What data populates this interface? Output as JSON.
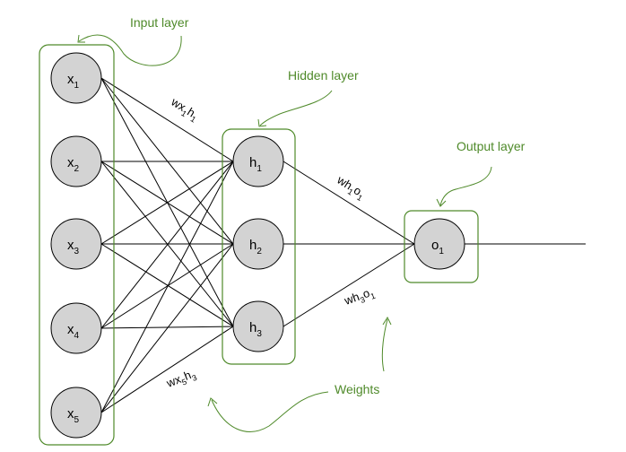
{
  "colors": {
    "accent_green": "#4f8a2a",
    "node_fill": "#d3d3d3",
    "line": "#000000"
  },
  "labels": {
    "input_layer": "Input layer",
    "hidden_layer": "Hidden layer",
    "output_layer": "Output layer",
    "weights": "Weights"
  },
  "input_nodes": [
    {
      "base": "x",
      "sub": "1"
    },
    {
      "base": "x",
      "sub": "2"
    },
    {
      "base": "x",
      "sub": "3"
    },
    {
      "base": "x",
      "sub": "4"
    },
    {
      "base": "x",
      "sub": "5"
    }
  ],
  "hidden_nodes": [
    {
      "base": "h",
      "sub": "1"
    },
    {
      "base": "h",
      "sub": "2"
    },
    {
      "base": "h",
      "sub": "3"
    }
  ],
  "output_nodes": [
    {
      "base": "o",
      "sub": "1"
    }
  ],
  "weight_labels": {
    "wx1h1": {
      "p1": "wx",
      "s1": "1",
      "p2": "h",
      "s2": "1"
    },
    "wx5h3": {
      "p1": "wx",
      "s1": "5",
      "p2": "h",
      "s2": "3"
    },
    "wh1o1": {
      "p1": "wh",
      "s1": "1",
      "p2": "o",
      "s2": "1"
    },
    "wh3o1": {
      "p1": "wh",
      "s1": "3",
      "p2": "o",
      "s2": "1"
    }
  }
}
